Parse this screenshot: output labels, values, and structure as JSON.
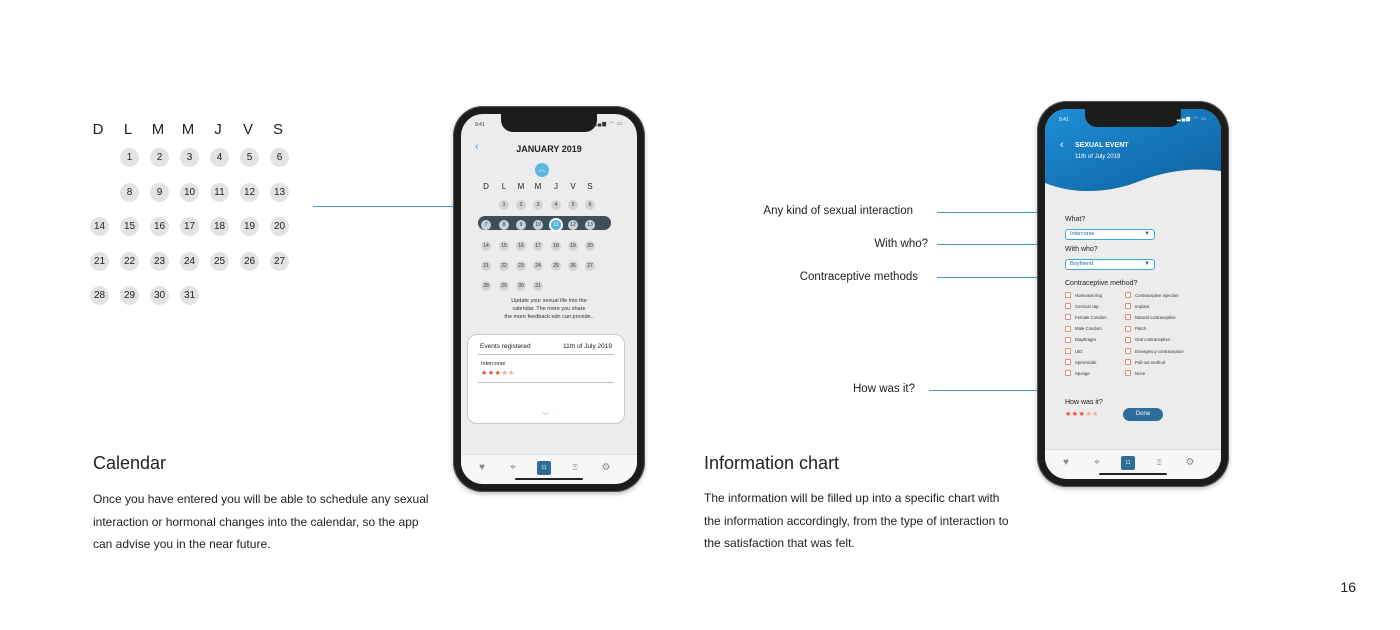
{
  "calendar_section": {
    "weekday_headers": [
      "D",
      "L",
      "M",
      "M",
      "J",
      "V",
      "S"
    ],
    "days": [
      "1",
      "2",
      "3",
      "4",
      "5",
      "6",
      "8",
      "9",
      "10",
      "11",
      "12",
      "13",
      "14",
      "15",
      "16",
      "17",
      "18",
      "19",
      "20",
      "21",
      "22",
      "23",
      "24",
      "25",
      "26",
      "27",
      "28",
      "29",
      "30",
      "31"
    ],
    "title": "Calendar",
    "description_lines": [
      "Once you have entered you will be able to schedule any sexual",
      "interaction or hormonal changes into the calendar, so the app",
      "can advise you in the near future."
    ]
  },
  "phone1": {
    "status_time": "9:41",
    "month_title": "JANUARY 2019",
    "weekday_headers": [
      "D",
      "L",
      "M",
      "M",
      "J",
      "V",
      "S"
    ],
    "days": [
      "1",
      "2",
      "3",
      "4",
      "5",
      "6",
      "7",
      "8",
      "9",
      "10",
      "11",
      "12",
      "13",
      "14",
      "15",
      "16",
      "17",
      "18",
      "19",
      "20",
      "21",
      "22",
      "23",
      "24",
      "25",
      "26",
      "27",
      "28",
      "29",
      "30",
      "31"
    ],
    "selected_day": "11",
    "info_lines": [
      "Update your sexual life into the",
      "calendar. The more you share",
      "the more feedback edn can provide.."
    ],
    "events_card": {
      "header": "Events registered",
      "date": "11th of July 2019",
      "event_name": "Intercorse",
      "rating": 3,
      "rating_max": 5
    },
    "tabs": [
      "heart-icon",
      "location-pin-icon",
      "calendar-tab-icon",
      "help-icon",
      "settings-icon"
    ],
    "calendar_tab_number": "11"
  },
  "info_section": {
    "title": "Information chart",
    "description_lines": [
      "The information will be filled up into a specific chart with",
      "the information accordingly, from the type of interaction to",
      "the satisfaction that was felt."
    ],
    "labels": {
      "interaction": "Any kind of sexual interaction",
      "with_who": "With who?",
      "contraceptive": "Contraceptive methods",
      "how_was_it": "How was it?"
    }
  },
  "phone2": {
    "status_time": "9:41",
    "title": "SEXUAL EVENT",
    "date": "11th of July 2019",
    "what_label": "What?",
    "what_value": "Intercorse",
    "with_label": "With who?",
    "with_value": "Boyfriend",
    "method_label": "Contraceptive method?",
    "methods_left": [
      "Hormonal ring",
      "Cervical cap",
      "Female Condom",
      "Male Condom",
      "Diaphragm",
      "UID",
      "Spermicide",
      "Sponge"
    ],
    "methods_right": [
      "Contraceptive injection",
      "Implant",
      "Natural contraceptive",
      "Patch",
      "Oral contraceptive",
      "Emergency contraception",
      "Pull-out method",
      "None"
    ],
    "rating_label": "How was it?",
    "rating": 3,
    "rating_max": 5,
    "done_label": "Done",
    "calendar_tab_number": "11",
    "header_gradient": [
      "#1e8fd6",
      "#0d5f9e"
    ]
  },
  "page_number": "16"
}
